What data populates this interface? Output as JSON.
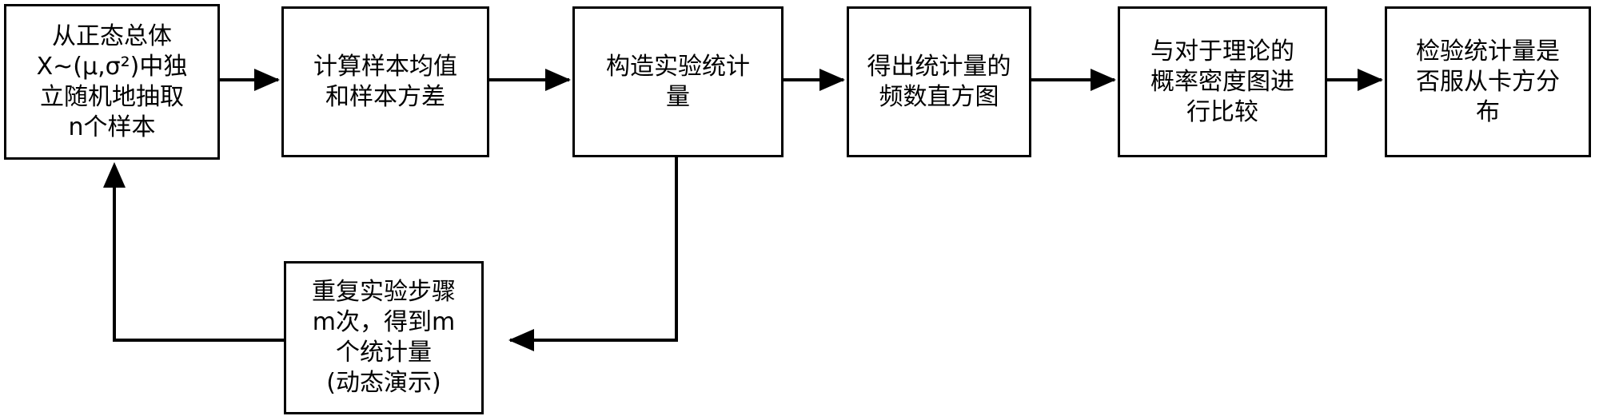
{
  "nodes": [
    {
      "id": "sample",
      "lines": [
        "从正态总体",
        "X~(μ,σ²)中独",
        "立随机地抽取",
        "n个样本"
      ]
    },
    {
      "id": "compute",
      "lines": [
        "计算样本均值",
        "和样本方差"
      ]
    },
    {
      "id": "construct",
      "lines": [
        "构造实验统计",
        "量"
      ]
    },
    {
      "id": "histogram",
      "lines": [
        "得出统计量的",
        "频数直方图"
      ]
    },
    {
      "id": "compare",
      "lines": [
        "与对于理论的",
        "概率密度图进",
        "行比较"
      ]
    },
    {
      "id": "test",
      "lines": [
        "检验统计量是",
        "否服从卡方分",
        "布"
      ]
    },
    {
      "id": "repeat",
      "lines": [
        "重复实验步骤",
        "m次，得到m",
        "个统计量",
        "(动态演示)"
      ]
    }
  ],
  "edges": [
    {
      "from": "sample",
      "to": "compute"
    },
    {
      "from": "compute",
      "to": "construct"
    },
    {
      "from": "construct",
      "to": "histogram"
    },
    {
      "from": "histogram",
      "to": "compare"
    },
    {
      "from": "compare",
      "to": "test"
    },
    {
      "from": "construct",
      "to": "repeat"
    },
    {
      "from": "repeat",
      "to": "sample"
    }
  ]
}
